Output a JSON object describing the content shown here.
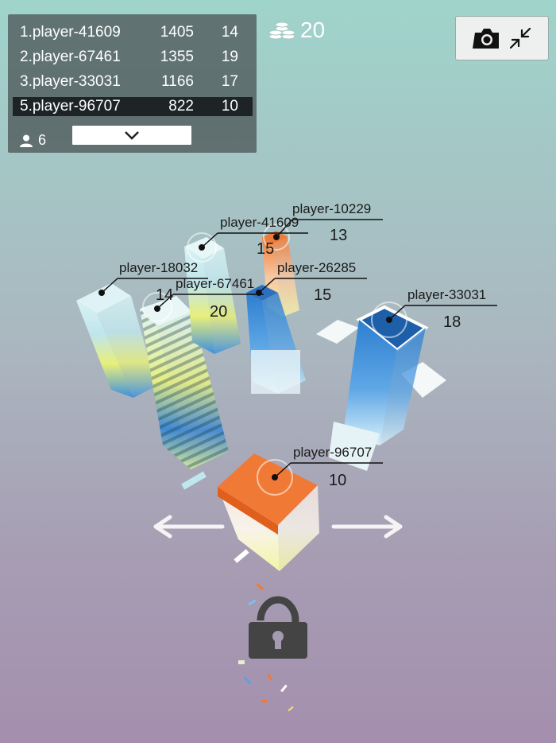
{
  "leaderboard": {
    "rows": [
      {
        "name": "1.player-41609",
        "score": "1405",
        "height": "14"
      },
      {
        "name": "2.player-67461",
        "score": "1355",
        "height": "19"
      },
      {
        "name": "3.player-33031",
        "score": "1166",
        "height": "17"
      },
      {
        "name": "5.player-96707",
        "score": "822",
        "height": "10"
      }
    ],
    "player_count": "6",
    "expand_icon": "chevron-down-icon"
  },
  "coins": {
    "value": "20",
    "icon": "coin-stack-icon"
  },
  "camera": {
    "icons": [
      "camera-icon",
      "collapse-icon"
    ]
  },
  "tags": [
    {
      "name": "player-10229",
      "value": "13"
    },
    {
      "name": "player-41609",
      "value": "15"
    },
    {
      "name": "player-26285",
      "value": "15"
    },
    {
      "name": "player-18032",
      "value": "14"
    },
    {
      "name": "player-67461",
      "value": "20"
    },
    {
      "name": "player-33031",
      "value": "18"
    },
    {
      "name": "player-96707",
      "value": "10"
    }
  ],
  "controls": {
    "left": "arrow-left-icon",
    "right": "arrow-right-icon",
    "lock": "lock-icon"
  },
  "colors": {
    "player_block": "#f07a35",
    "panel": "#464e50",
    "highlight_row": "#1e2426"
  }
}
